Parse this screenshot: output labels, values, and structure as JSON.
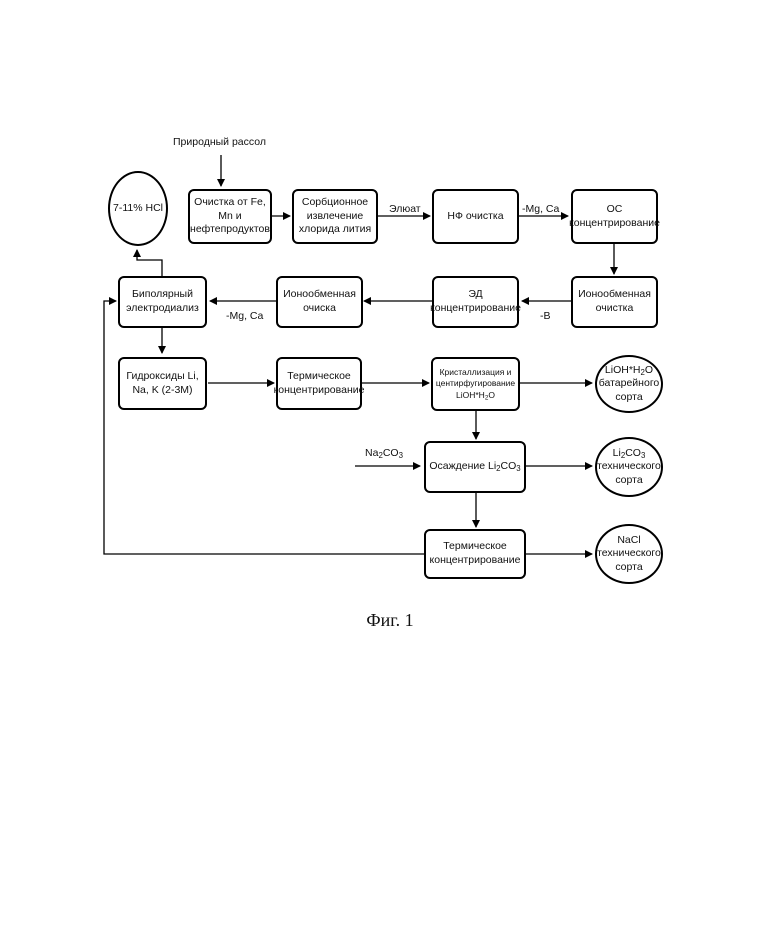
{
  "input_label": "Природный рассол",
  "boxes": {
    "cleanup": [
      "Очистка от Fe,",
      "Mn и",
      "нефтепродуктов"
    ],
    "sorption": [
      "Сорбционное",
      "извлечение",
      "хлорида лития"
    ],
    "nf": "НФ очистка",
    "ro": [
      "ОС",
      "концентрирование"
    ],
    "ionex1": [
      "Ионообменная",
      "очистка"
    ],
    "ed": [
      "ЭД",
      "концентрирование"
    ],
    "ionex2": [
      "Ионообменная",
      "очиска"
    ],
    "bipolar": [
      "Биполярный",
      "электродиализ"
    ],
    "hydroxides": [
      "Гидроксиды Li,",
      "Na, K (2-3M)"
    ],
    "thermal1": [
      "Термическое",
      "концентрирование"
    ],
    "cryst": {
      "line1": "Кристаллизация и",
      "line2": "центирфугирование",
      "line3_a": "LiOH*H",
      "line3_sub": "2",
      "line3_b": "O"
    },
    "precip": {
      "a": "Осаждение Li",
      "sub": "2",
      "b": "CO",
      "sub2": "3"
    },
    "thermal2": [
      "Термическое",
      "концентрирование"
    ]
  },
  "circles": {
    "hcl": "7-11% HCl",
    "lioh": {
      "a": "LiOH*H",
      "sub": "2",
      "b": "O",
      "line2": "батарейного",
      "line3": "сорта"
    },
    "li2co3": {
      "a": "Li",
      "sub": "2",
      "b": "CO",
      "sub2": "3",
      "line2": "технического",
      "line3": "сорта"
    },
    "nacl": {
      "line1": "NaCl",
      "line2": "технического",
      "line3": "сорта"
    }
  },
  "edge_labels": {
    "eluate": "Элюат",
    "mg_ca_1": "-Mg, Ca",
    "minus_b": "-B",
    "mg_ca_2": "-Mg, Ca",
    "na2co3": {
      "a": "Na",
      "sub": "2",
      "b": "CO",
      "sub2": "3"
    }
  },
  "caption": "Фиг. 1"
}
